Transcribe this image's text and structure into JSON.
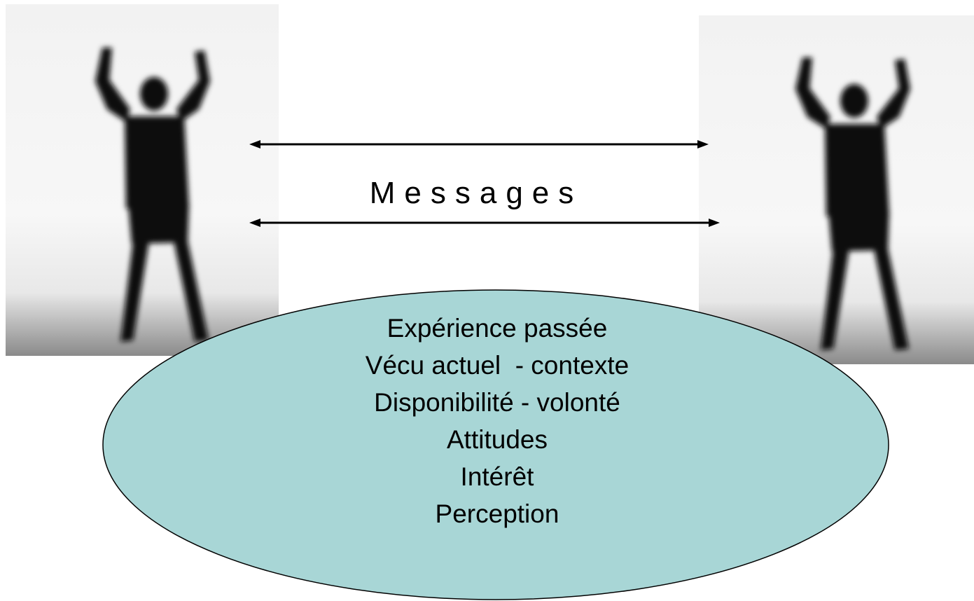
{
  "diagram": {
    "messages_label": "Messages",
    "ellipse_lines": [
      "Expérience passée",
      "Vécu actuel  - contexte",
      "Disponibilité - volonté",
      "Attitudes",
      "Intérêt",
      "Perception"
    ],
    "ellipse_fill": "#a8d6d6",
    "figure_left_icon": "person-silhouette-arms-raised",
    "figure_right_icon": "person-silhouette-arms-raised",
    "arrow_icon": "double-headed-arrow"
  }
}
